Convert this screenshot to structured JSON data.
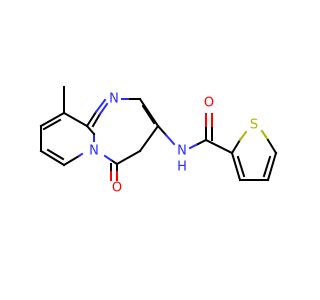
{
  "molecule": {
    "atoms": {
      "n_pyrimidine": {
        "label": "N",
        "color": "#2a2aff"
      },
      "n_bridge": {
        "label": "N",
        "color": "#2a2aff"
      },
      "n_amide": {
        "label": "N",
        "color": "#2a2aff"
      },
      "h_amide": {
        "label": "H",
        "color": "#2a2aff"
      },
      "o_ring": {
        "label": "O",
        "color": "#ff0000"
      },
      "o_amide": {
        "label": "O",
        "color": "#ff0000"
      },
      "s_thiophene": {
        "label": "S",
        "color": "#b2b200"
      }
    }
  }
}
